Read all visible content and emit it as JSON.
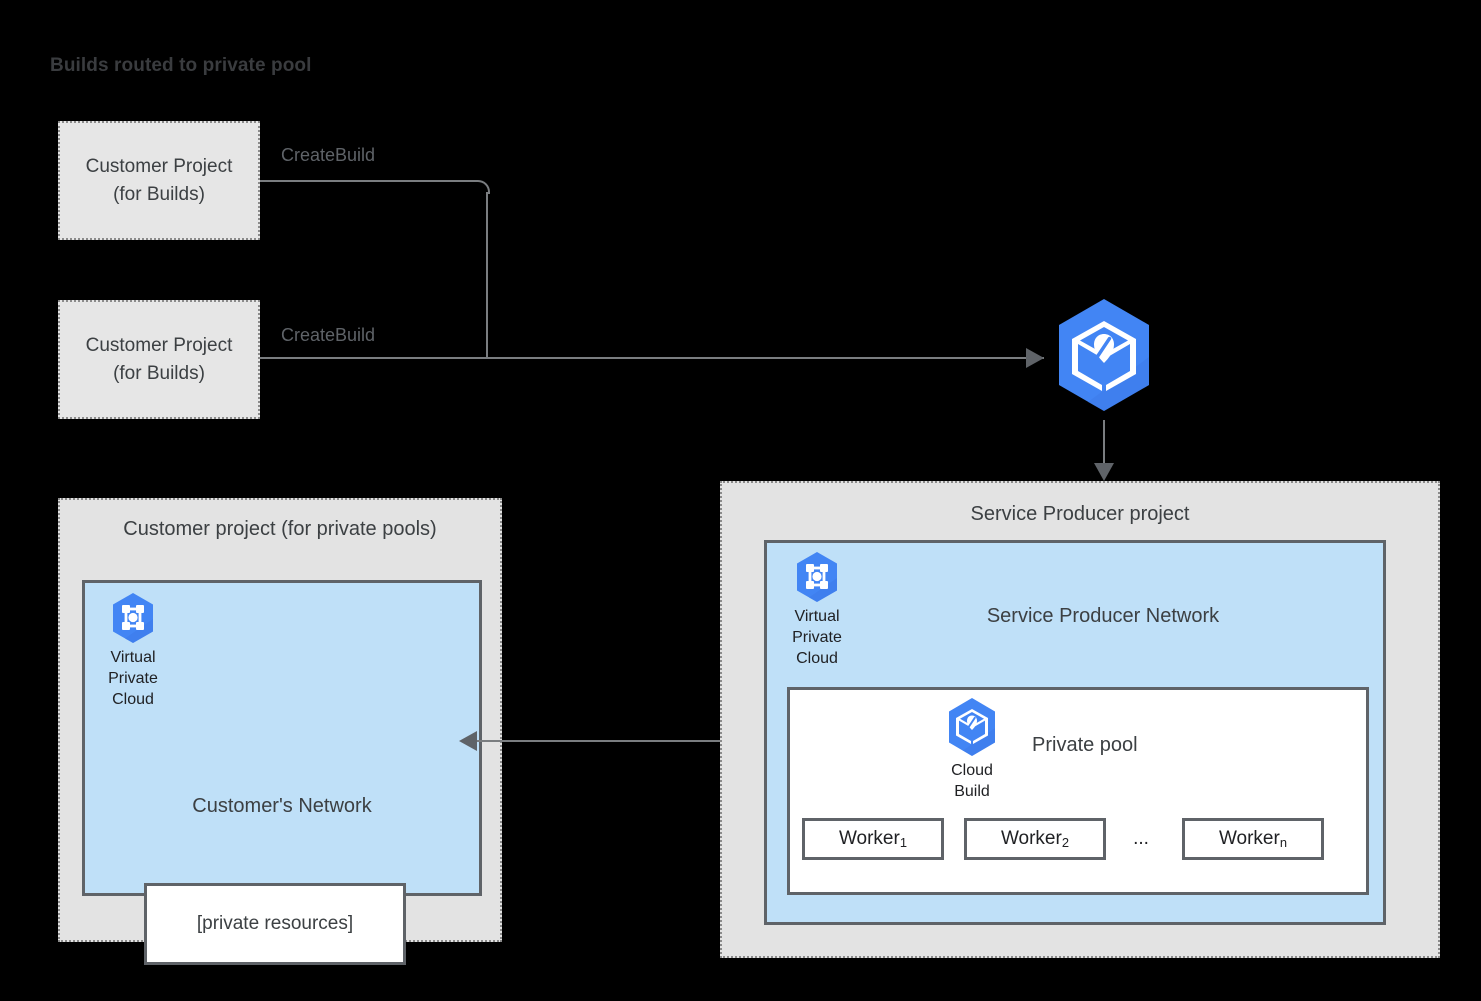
{
  "title": "Builds routed to private pool",
  "colors": {
    "background": "#000000",
    "container_fill": "#e3e3e3",
    "container_border": "#8a8a8a",
    "network_fill": "#bfe0f8",
    "network_border": "#5f6368",
    "box_fill": "#ffffff",
    "stroke": "#7a7d80",
    "text": "#3c4043",
    "gcp_blue": "#4285f4",
    "gcp_blue_dark": "#3367d6"
  },
  "customer_build_projects": [
    {
      "line1": "Customer Project",
      "line2": "(for Builds)",
      "edge_label": "CreateBuild"
    },
    {
      "line1": "Customer Project",
      "line2": "(for Builds)",
      "edge_label": "CreateBuild"
    }
  ],
  "cloud_build_service": {
    "icon": "cloud-build-icon"
  },
  "customer_pool_project": {
    "title": "Customer project (for private pools)",
    "network_title": "Customer's Network",
    "vpc_icon_caption": "Virtual\nPrivate\nCloud",
    "private_resources_label": "[private resources]"
  },
  "service_producer_project": {
    "title": "Service Producer project",
    "network_title": "Service Producer Network",
    "vpc_icon_caption": "Virtual\nPrivate\nCloud",
    "private_pool": {
      "label": "Private pool",
      "cloud_build_caption": "Cloud\nBuild",
      "workers": [
        {
          "name": "Worker",
          "sub": "1"
        },
        {
          "name": "Worker",
          "sub": "2"
        },
        {
          "name": "Worker",
          "sub": "n"
        }
      ],
      "ellipsis": "..."
    }
  }
}
